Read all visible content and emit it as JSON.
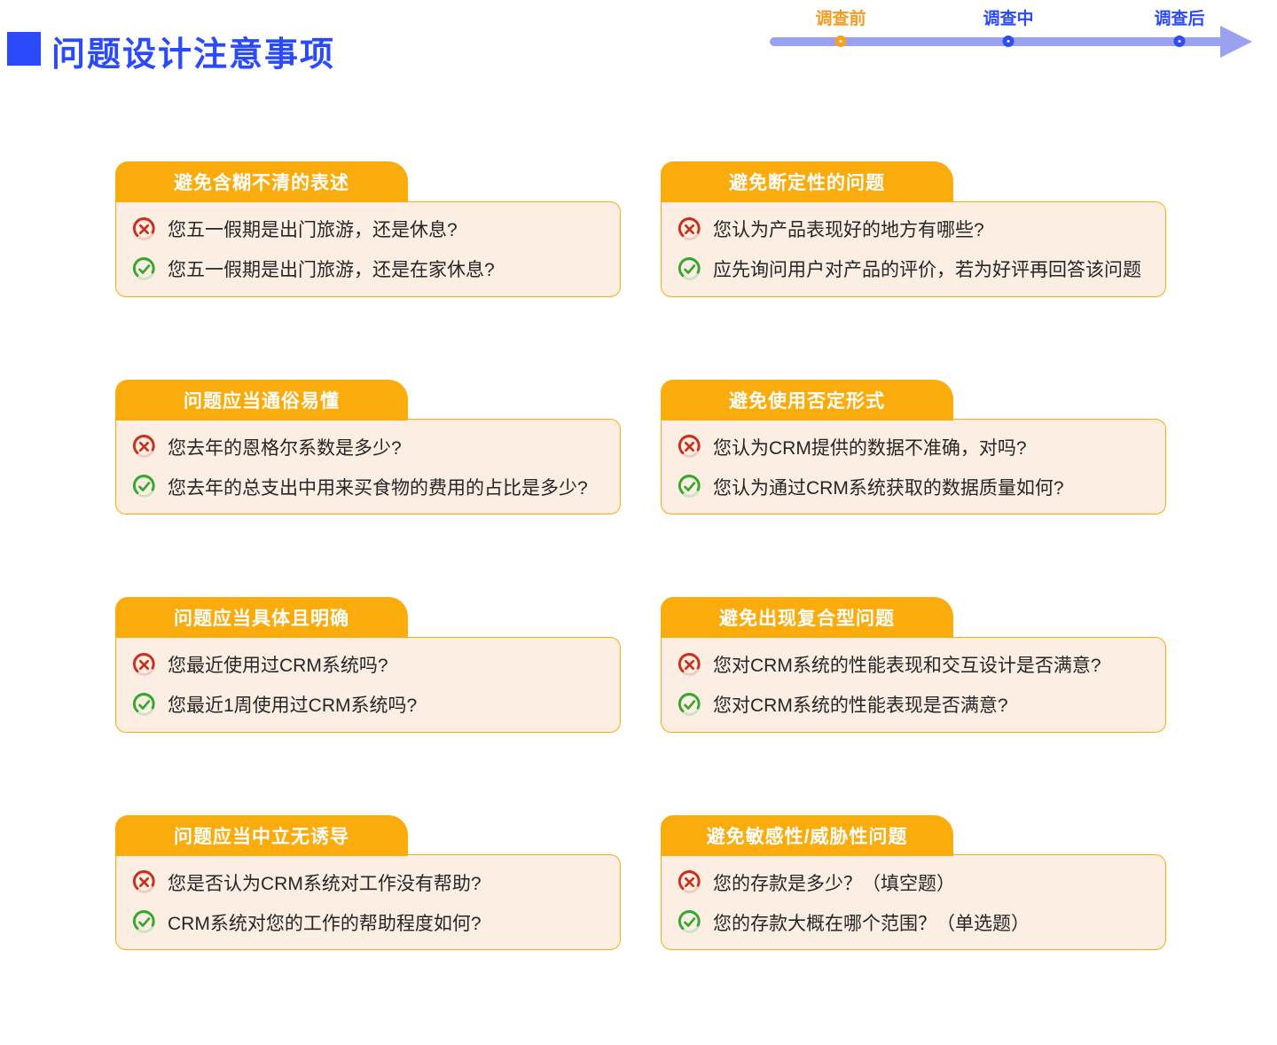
{
  "page": {
    "title": "问题设计注意事项"
  },
  "timeline": {
    "stops": [
      {
        "label": "调查前",
        "state": "current"
      },
      {
        "label": "调查中",
        "state": "upcoming"
      },
      {
        "label": "调查后",
        "state": "upcoming"
      }
    ]
  },
  "icons": {
    "bad": "cross-circle-icon",
    "good": "check-circle-icon",
    "arrow": "timeline-arrowhead-icon"
  },
  "colors": {
    "accent_blue": "#2b4afa",
    "timeline_line": "#9aa2ef",
    "node_orange": "#f9a11c",
    "tab_orange": "#fbac0d",
    "card_body_bg": "#fceee3",
    "bad_red": "#c8301e",
    "good_green": "#3aa52e",
    "text_dark": "#262626"
  },
  "cards": [
    {
      "title": "避免含糊不清的表述",
      "bad": "您五一假期是出门旅游，还是休息?",
      "good": "您五一假期是出门旅游，还是在家休息?"
    },
    {
      "title": "避免断定性的问题",
      "bad": "您认为产品表现好的地方有哪些?",
      "good": "应先询问用户对产品的评价，若为好评再回答该问题"
    },
    {
      "title": "问题应当通俗易懂",
      "bad": "您去年的恩格尔系数是多少?",
      "good": "您去年的总支出中用来买食物的费用的占比是多少?"
    },
    {
      "title": "避免使用否定形式",
      "bad": "您认为CRM提供的数据不准确，对吗?",
      "good": "您认为通过CRM系统获取的数据质量如何?"
    },
    {
      "title": "问题应当具体且明确",
      "bad": "您最近使用过CRM系统吗?",
      "good": "您最近1周使用过CRM系统吗?"
    },
    {
      "title": "避免出现复合型问题",
      "bad": "您对CRM系统的性能表现和交互设计是否满意?",
      "good": "您对CRM系统的性能表现是否满意?"
    },
    {
      "title": "问题应当中立无诱导",
      "bad": "您是否认为CRM系统对工作没有帮助?",
      "good": "CRM系统对您的工作的帮助程度如何?"
    },
    {
      "title": "避免敏感性/威胁性问题",
      "bad": "您的存款是多少？（填空题）",
      "good": "您的存款大概在哪个范围？（单选题）"
    }
  ]
}
